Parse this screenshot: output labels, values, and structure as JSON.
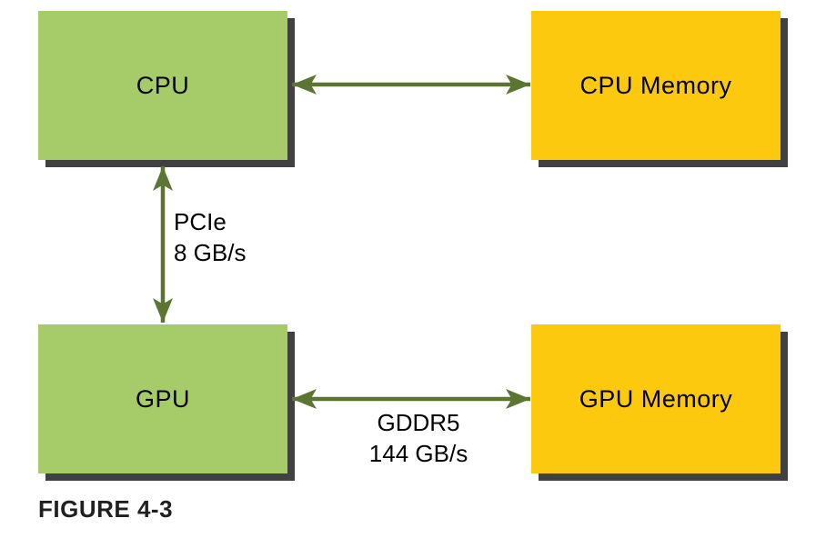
{
  "figure": {
    "caption": "FIGURE 4-3"
  },
  "nodes": {
    "cpu": {
      "label": "CPU"
    },
    "cpu_memory": {
      "label": "CPU Memory"
    },
    "gpu": {
      "label": "GPU"
    },
    "gpu_memory": {
      "label": "GPU Memory"
    }
  },
  "edges": {
    "cpu_cpu_memory": {
      "type": "bidirectional-arrow"
    },
    "cpu_gpu": {
      "type": "bidirectional-arrow",
      "bus": "PCIe",
      "bandwidth": "8 GB/s"
    },
    "gpu_gpu_memory": {
      "type": "bidirectional-arrow",
      "bus": "GDDR5",
      "bandwidth": "144 GB/s"
    }
  },
  "colors": {
    "processor_box": "#A6CB69",
    "memory_box": "#FDC90F",
    "arrow": "#5C7533",
    "shadow": "#414042",
    "label_text": "#000000",
    "caption_text": "#231F20",
    "background": "#FFFFFF"
  }
}
